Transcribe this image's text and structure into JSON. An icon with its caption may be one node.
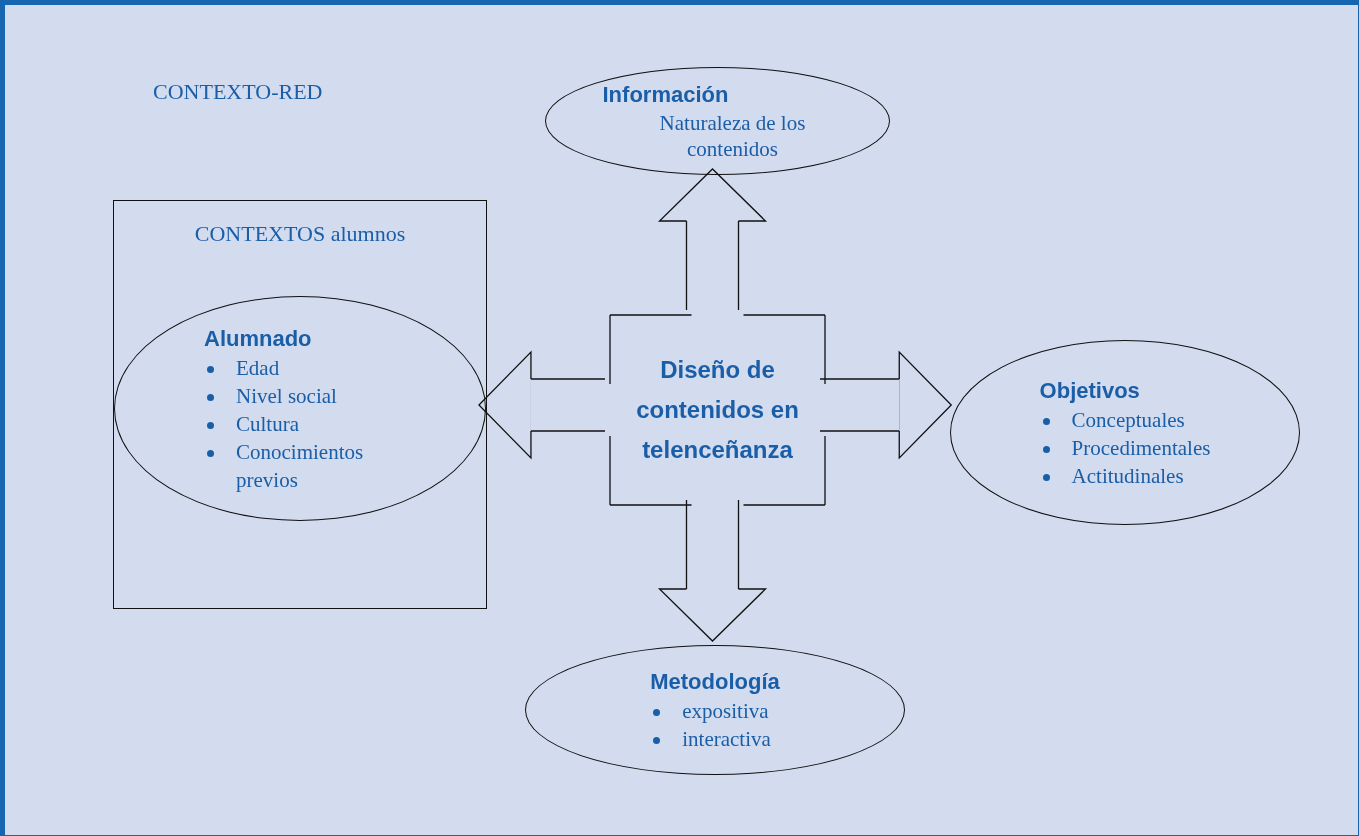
{
  "diagram": {
    "nodes": [
      {
        "text": [
          "CONTEXTO-RED"
        ]
      },
      {
        "text": [
          "CONTEXTOS alumnos"
        ],
        "in": 0
      },
      {
        "text": [
          "Alumnado",
          "Edad",
          "Nivel social",
          "Cultura",
          "Conocimientos previos"
        ],
        "in": 1
      },
      {
        "text": [
          "Diseño de contenidos en telenceñanza"
        ],
        "in": 0
      },
      {
        "text": [
          "Información",
          "Naturaleza de los contenidos"
        ],
        "in": 0
      },
      {
        "text": [
          "Objetivos",
          "Conceptuales",
          "Procedimentales",
          "Actitudinales"
        ],
        "in": 0
      },
      {
        "text": [
          "Metodología",
          "expositiva",
          "interactiva"
        ],
        "in": 0
      }
    ],
    "edges": [
      {
        "from": 3,
        "to": 4,
        "arrow": "to"
      },
      {
        "from": 3,
        "to": 2,
        "arrow": "to"
      },
      {
        "from": 3,
        "to": 5,
        "arrow": "to"
      },
      {
        "from": 3,
        "to": 6,
        "arrow": "to"
      }
    ]
  }
}
